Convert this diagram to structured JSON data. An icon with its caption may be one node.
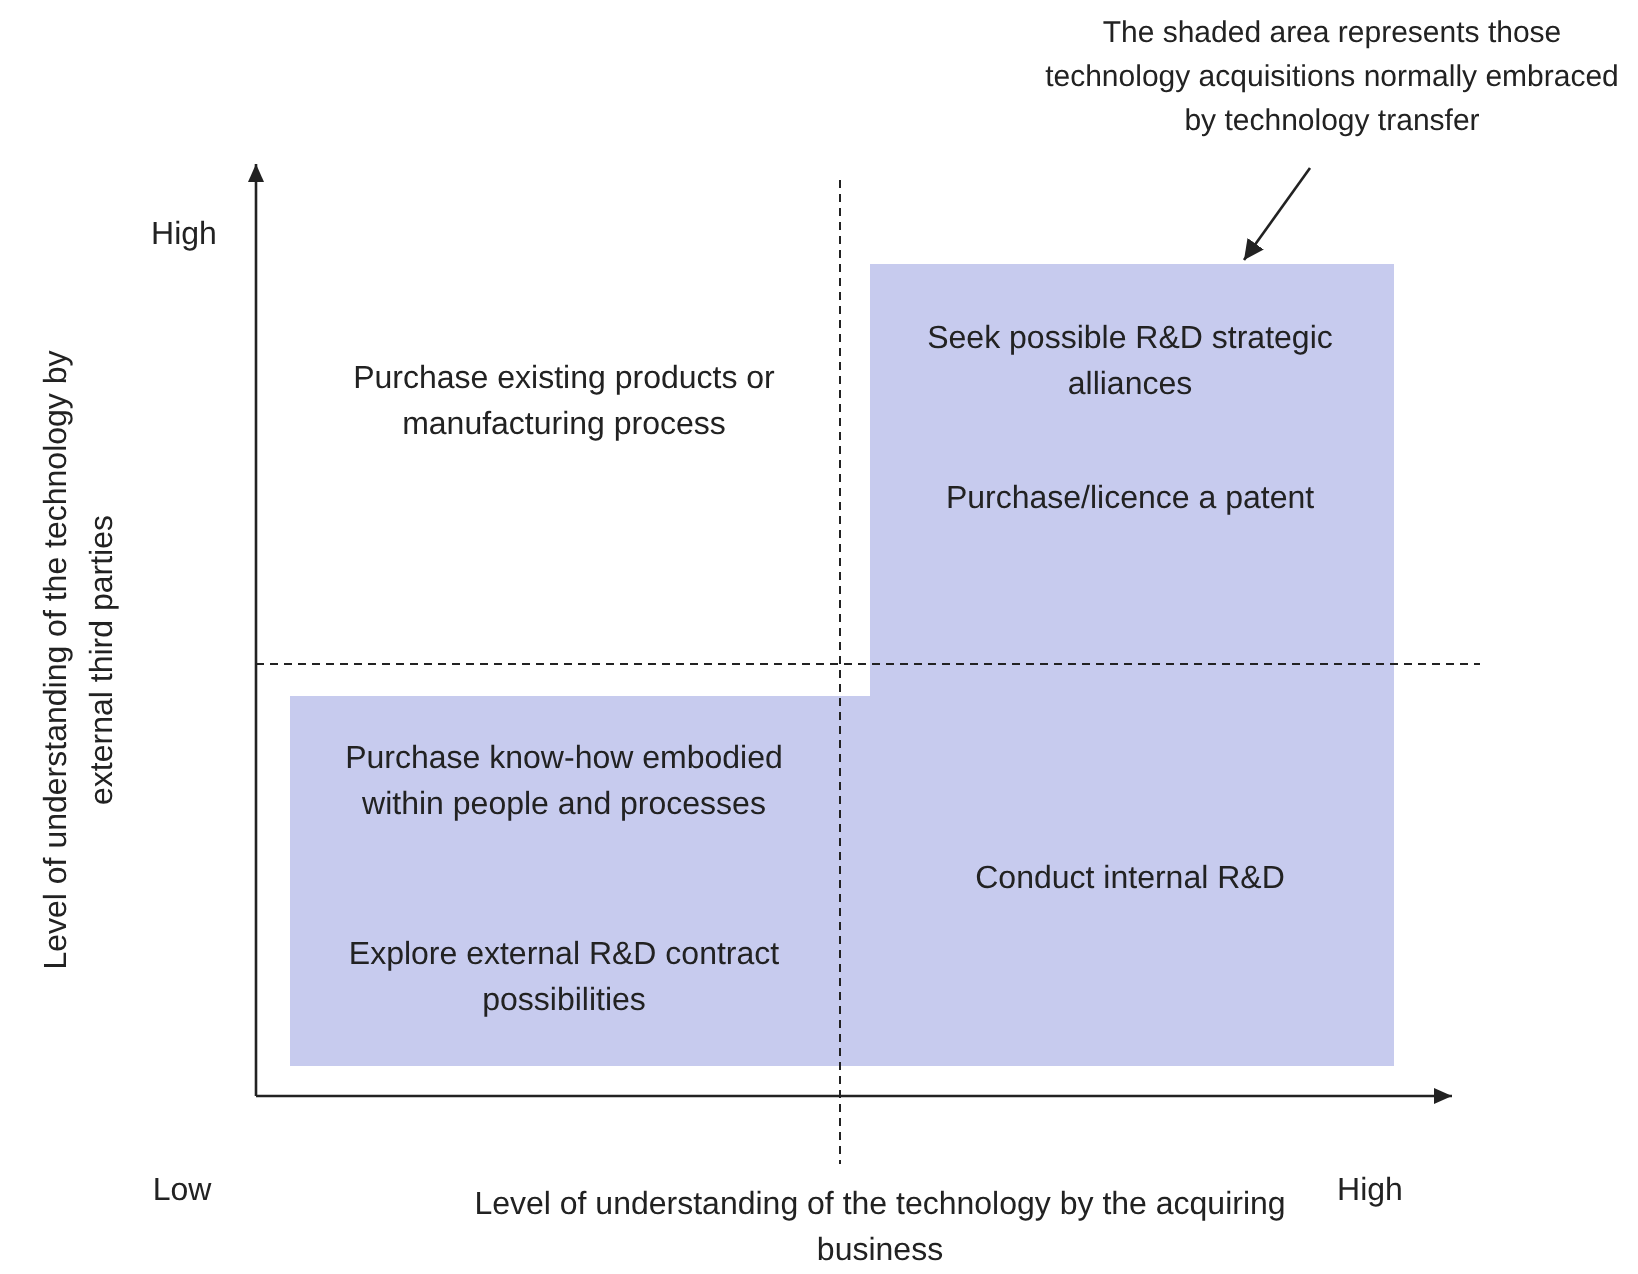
{
  "diagram": {
    "nodes": [
      {
        "text": [
          "The shaded area represents those technology acquisitions normally embraced by technology transfer"
        ]
      },
      {
        "text": [
          "Seek possible R&D strategic alliances",
          "Purchase/licence a patent",
          "Purchase know-how embodied within people and processes",
          "Explore external R&D contract possibilities",
          "Conduct internal R&D"
        ]
      }
    ],
    "edges": [
      {
        "from": 0,
        "to": 1,
        "arrow": "to"
      }
    ],
    "labels": [
      "High",
      "Purchase existing products or manufacturing process",
      "Level of understanding of the technology by external third parties",
      "Low",
      "High",
      "Level of understanding of the technology by the acquiring business"
    ]
  }
}
